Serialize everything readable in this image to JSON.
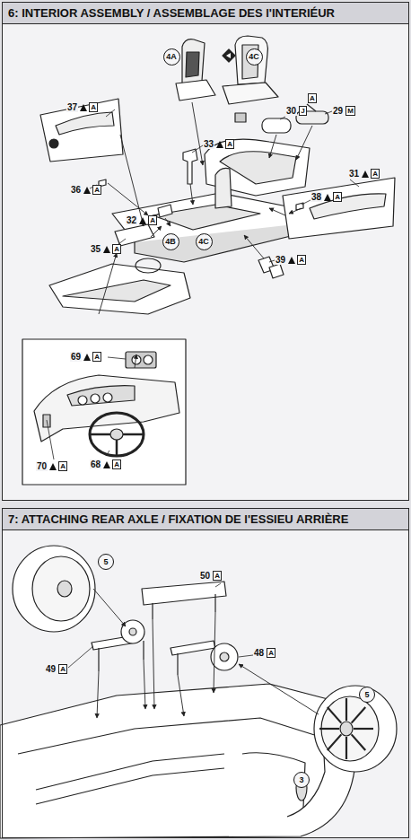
{
  "diagram": {
    "nodes": [
      {
        "text": [
          "6: INTERIOR ASSEMBLY / ASSEMBLAGE DES l'INTERIÉUR"
        ]
      },
      {
        "text": [
          "4A"
        ],
        "in": 0
      },
      {
        "text": [
          "4C"
        ],
        "in": 0
      },
      {
        "text": [
          "4B"
        ],
        "in": 0
      },
      {
        "text": [
          "4C"
        ],
        "in": 0
      },
      {
        "text": [
          "7: ATTACHING REAR AXLE / FIXATION DE l'ESSIEU ARRIÈRE"
        ]
      },
      {
        "text": [
          "5"
        ],
        "in": 5
      },
      {
        "text": [
          "5"
        ],
        "in": 5
      },
      {
        "text": [
          "3"
        ],
        "in": 5
      }
    ],
    "labels": [
      "37",
      "A",
      "36",
      "A",
      "32",
      "A",
      "33",
      "A",
      "30",
      "J",
      "29",
      "M",
      "A",
      "38",
      "A",
      "31",
      "A",
      "35",
      "A",
      "39",
      "A",
      "69",
      "A",
      "70",
      "A",
      "68",
      "A",
      "50",
      "A",
      "49",
      "A",
      "48",
      "A"
    ]
  }
}
